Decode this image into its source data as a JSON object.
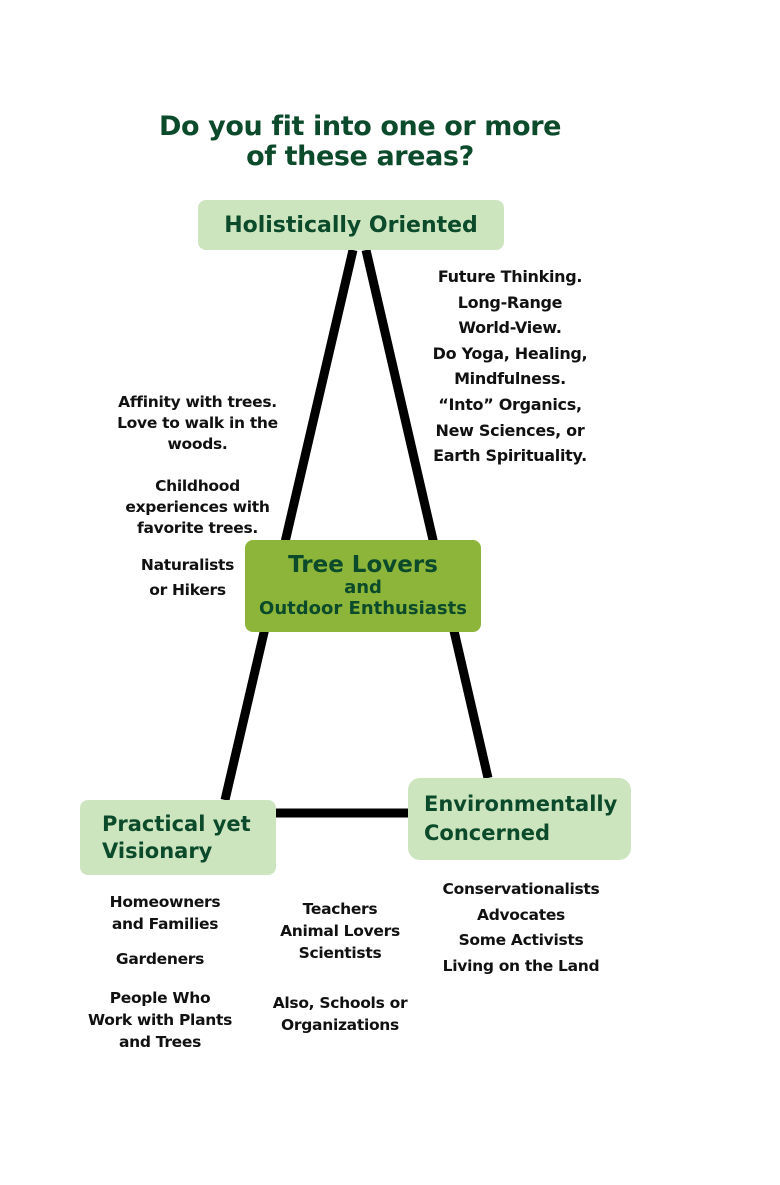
{
  "title": {
    "line1": "Do you fit into one or more",
    "line2": "of these areas?"
  },
  "nodes": {
    "top": {
      "label": "Holistically Oriented"
    },
    "middle": {
      "line1": "Tree Lovers",
      "line2": "and",
      "line3": "Outdoor Enthusiasts"
    },
    "bottom_left": {
      "line1": "Practical yet",
      "line2": "Visionary"
    },
    "bottom_right": {
      "line1": "Environmentally",
      "line2": "Concerned"
    }
  },
  "notes": {
    "holistic": [
      "Future Thinking.",
      "Long-Range",
      "World-View.",
      "Do Yoga, Healing,",
      "Mindfulness.",
      "“Into” Organics,",
      "New Sciences, or",
      "Earth Spirituality."
    ],
    "tree_lovers": {
      "group1": [
        "Affinity with trees.",
        "Love to walk in the",
        "woods."
      ],
      "group2": [
        "Childhood",
        "experiences with",
        "favorite trees."
      ],
      "group3": [
        "Naturalists",
        "or Hikers"
      ]
    },
    "practical": {
      "group1": [
        "Homeowners",
        "and Families"
      ],
      "group2": [
        "Gardeners"
      ],
      "group3": [
        "People Who",
        "Work with Plants",
        "and Trees"
      ]
    },
    "center": {
      "group1": [
        "Teachers",
        "Animal Lovers",
        "Scientists"
      ],
      "group2": [
        "Also, Schools or",
        "Organizations"
      ]
    },
    "environmental": [
      "Conservationalists",
      "Advocates",
      "Some Activists",
      "Living on the Land"
    ]
  },
  "colors": {
    "title_green": "#0b4a2a",
    "box_light": "#cde5bf",
    "box_mid": "#8db53a",
    "line": "#000000"
  }
}
